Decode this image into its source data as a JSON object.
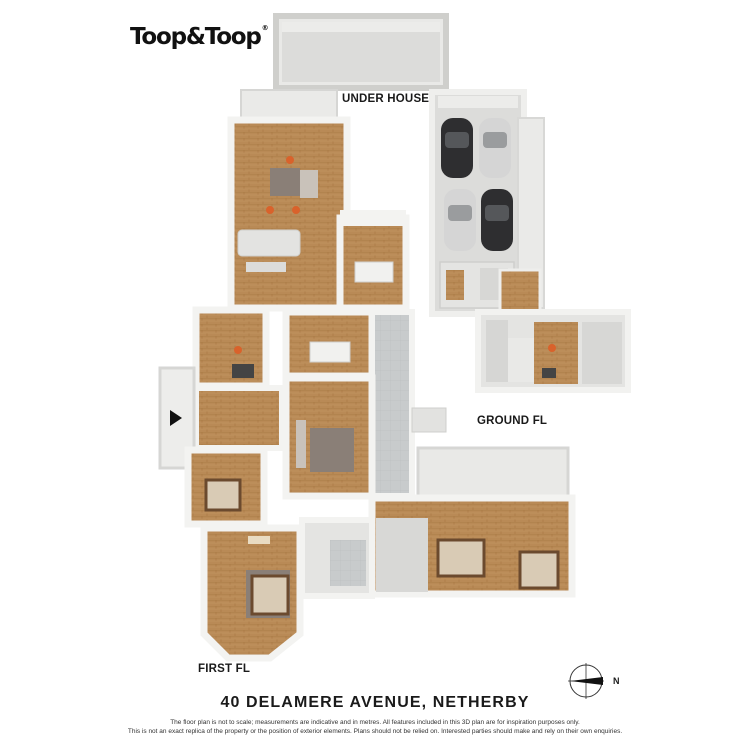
{
  "brand": {
    "name": "Toop&Toop",
    "mark": "®"
  },
  "labels": {
    "under_house": "UNDER HOUSE",
    "ground_fl": "GROUND FL",
    "first_fl": "FIRST FL"
  },
  "address": "40 DELAMERE AVENUE, NETHERBY",
  "compass": {
    "north_label": "N"
  },
  "disclaimer": {
    "line1": "The floor plan is not to scale; measurements are indicative and in metres. All features included in this 3D plan are for inspiration purposes only.",
    "line2": "This is not an exact replica of the property or the position of exterior elements. Plans should not be relied on. Interested parties should make and rely on their own enquiries."
  },
  "colors": {
    "wood_floor": "#b98a56",
    "wall": "#f4f4f2",
    "wall_shadow": "#cfcfcc",
    "tile_floor": "#c9cccd",
    "rug": "#8a7f77",
    "bed": "#d9cbb5",
    "car_dark": "#2e2e30",
    "car_light": "#d5d5d5",
    "accent_orange": "#d9622b"
  }
}
